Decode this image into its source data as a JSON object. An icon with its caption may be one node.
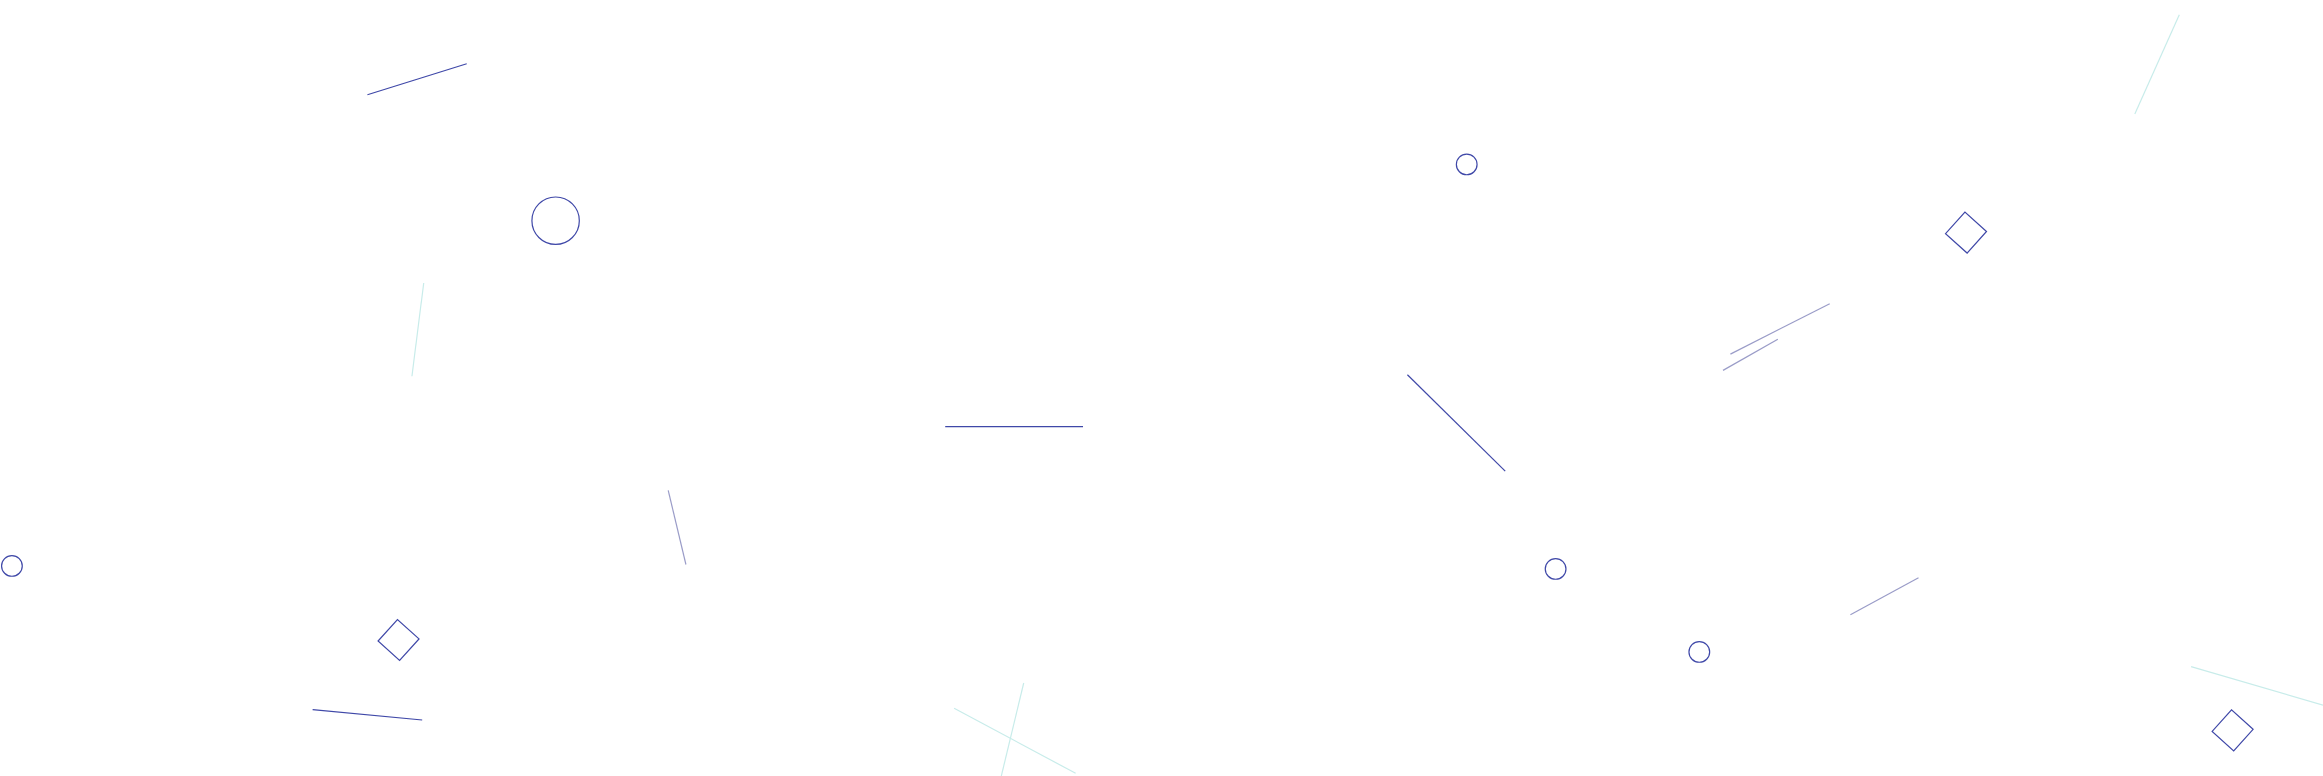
{
  "diagram": {
    "nodes": [
      {
        "text": [],
        "shape": "circle"
      },
      {
        "text": [],
        "shape": "diamond"
      },
      {
        "text": [],
        "shape": "circle"
      },
      {
        "text": [],
        "shape": "circle"
      },
      {
        "text": [],
        "shape": "circle"
      },
      {
        "text": [],
        "shape": "circle"
      },
      {
        "text": [],
        "shape": "diamond"
      },
      {
        "text": [],
        "shape": "diamond"
      }
    ]
  }
}
